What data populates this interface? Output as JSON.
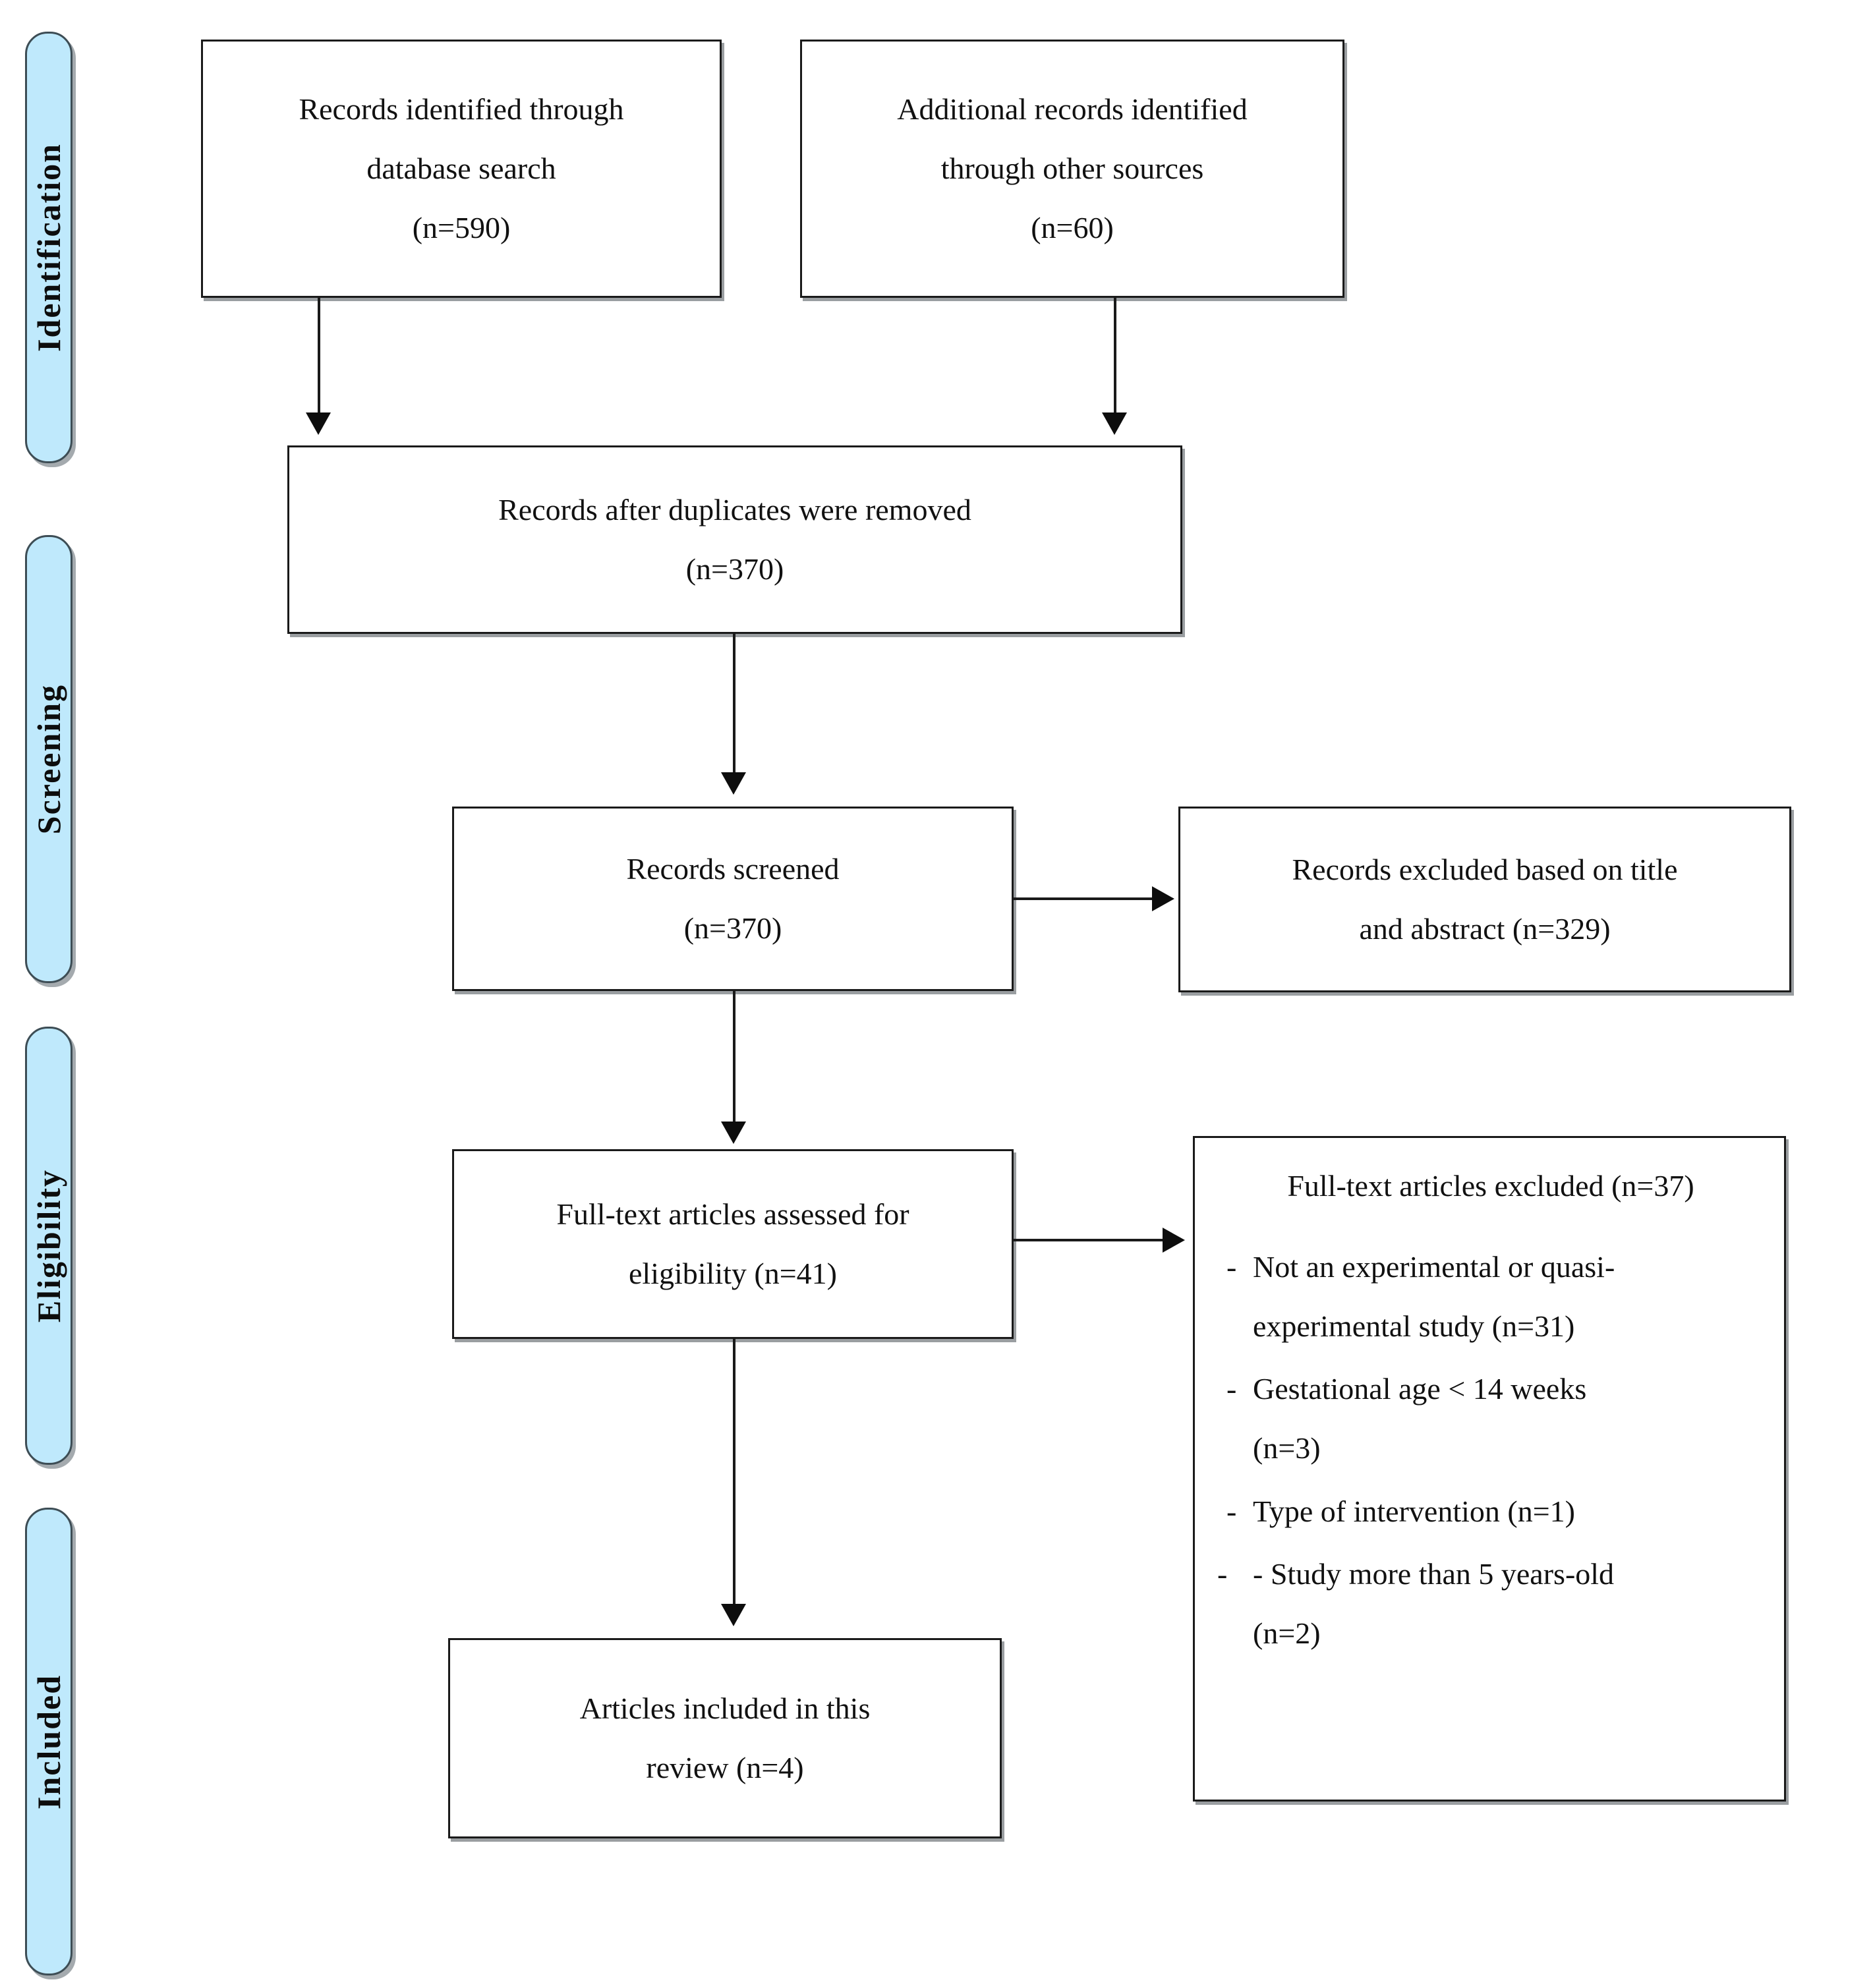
{
  "diagram": {
    "title": "PRISMA flow diagram",
    "type": "prisma-flowchart",
    "accent_color": "#bfe9fc",
    "border_color": "#1a1a1a"
  },
  "stages": [
    {
      "label": "Identification"
    },
    {
      "label": "Screening"
    },
    {
      "label": "Eligibility"
    },
    {
      "label": "Included"
    }
  ],
  "boxes": {
    "identified_database": {
      "lines": [
        "Records identified through",
        "database search",
        "(n=590)"
      ]
    },
    "identified_other": {
      "lines": [
        "Additional records identified",
        "through other sources",
        "(n=60)"
      ]
    },
    "after_duplicates": {
      "lines": [
        "Records after duplicates were removed",
        "(n=370)"
      ]
    },
    "records_screened": {
      "lines": [
        "Records screened",
        "(n=370)"
      ]
    },
    "records_excluded": {
      "lines": [
        "Records excluded based on title",
        "and abstract (n=329)"
      ]
    },
    "fulltext_assessed": {
      "lines": [
        "Full-text articles assessed for",
        "eligibility (n=41)"
      ]
    },
    "fulltext_excluded": {
      "title": "Full-text articles excluded (n=37)",
      "items": [
        {
          "dash": "-",
          "lines": [
            "Not an experimental or quasi-",
            "experimental study (n=31)"
          ]
        },
        {
          "dash": "-",
          "lines": [
            "Gestational age < 14 weeks",
            "(n=3)"
          ]
        },
        {
          "dash": "-",
          "lines": [
            "Type of intervention (n=1)"
          ]
        },
        {
          "dash": "-",
          "lines": [
            "-  Study more than 5 years-old",
            "(n=2)"
          ]
        }
      ]
    },
    "articles_included": {
      "lines": [
        "Articles included in this",
        "review (n=4)"
      ]
    }
  },
  "chart_data": {
    "type": "diagram",
    "title": "PRISMA flow diagram",
    "nodes": [
      {
        "id": "identified_database",
        "stage": "Identification",
        "label": "Records identified through database search",
        "n": 590
      },
      {
        "id": "identified_other",
        "stage": "Identification",
        "label": "Additional records identified through other sources",
        "n": 60
      },
      {
        "id": "after_duplicates",
        "stage": "Identification",
        "label": "Records after duplicates were removed",
        "n": 370
      },
      {
        "id": "records_screened",
        "stage": "Screening",
        "label": "Records screened",
        "n": 370
      },
      {
        "id": "records_excluded",
        "stage": "Screening",
        "label": "Records excluded based on title and abstract",
        "n": 329
      },
      {
        "id": "fulltext_assessed",
        "stage": "Eligibility",
        "label": "Full-text articles assessed for eligibility",
        "n": 41
      },
      {
        "id": "fulltext_excluded",
        "stage": "Eligibility",
        "label": "Full-text articles excluded",
        "n": 37
      },
      {
        "id": "articles_included",
        "stage": "Included",
        "label": "Articles included in this review",
        "n": 4
      }
    ],
    "exclusion_reasons": [
      {
        "reason": "Not an experimental or quasi-experimental study",
        "n": 31
      },
      {
        "reason": "Gestational age < 14 weeks",
        "n": 3
      },
      {
        "reason": "Type of intervention",
        "n": 1
      },
      {
        "reason": "Study more than 5 years-old",
        "n": 2
      }
    ],
    "edges": [
      {
        "from": "identified_database",
        "to": "after_duplicates"
      },
      {
        "from": "identified_other",
        "to": "after_duplicates"
      },
      {
        "from": "after_duplicates",
        "to": "records_screened"
      },
      {
        "from": "records_screened",
        "to": "records_excluded"
      },
      {
        "from": "records_screened",
        "to": "fulltext_assessed"
      },
      {
        "from": "fulltext_assessed",
        "to": "fulltext_excluded"
      },
      {
        "from": "fulltext_assessed",
        "to": "articles_included"
      }
    ]
  }
}
